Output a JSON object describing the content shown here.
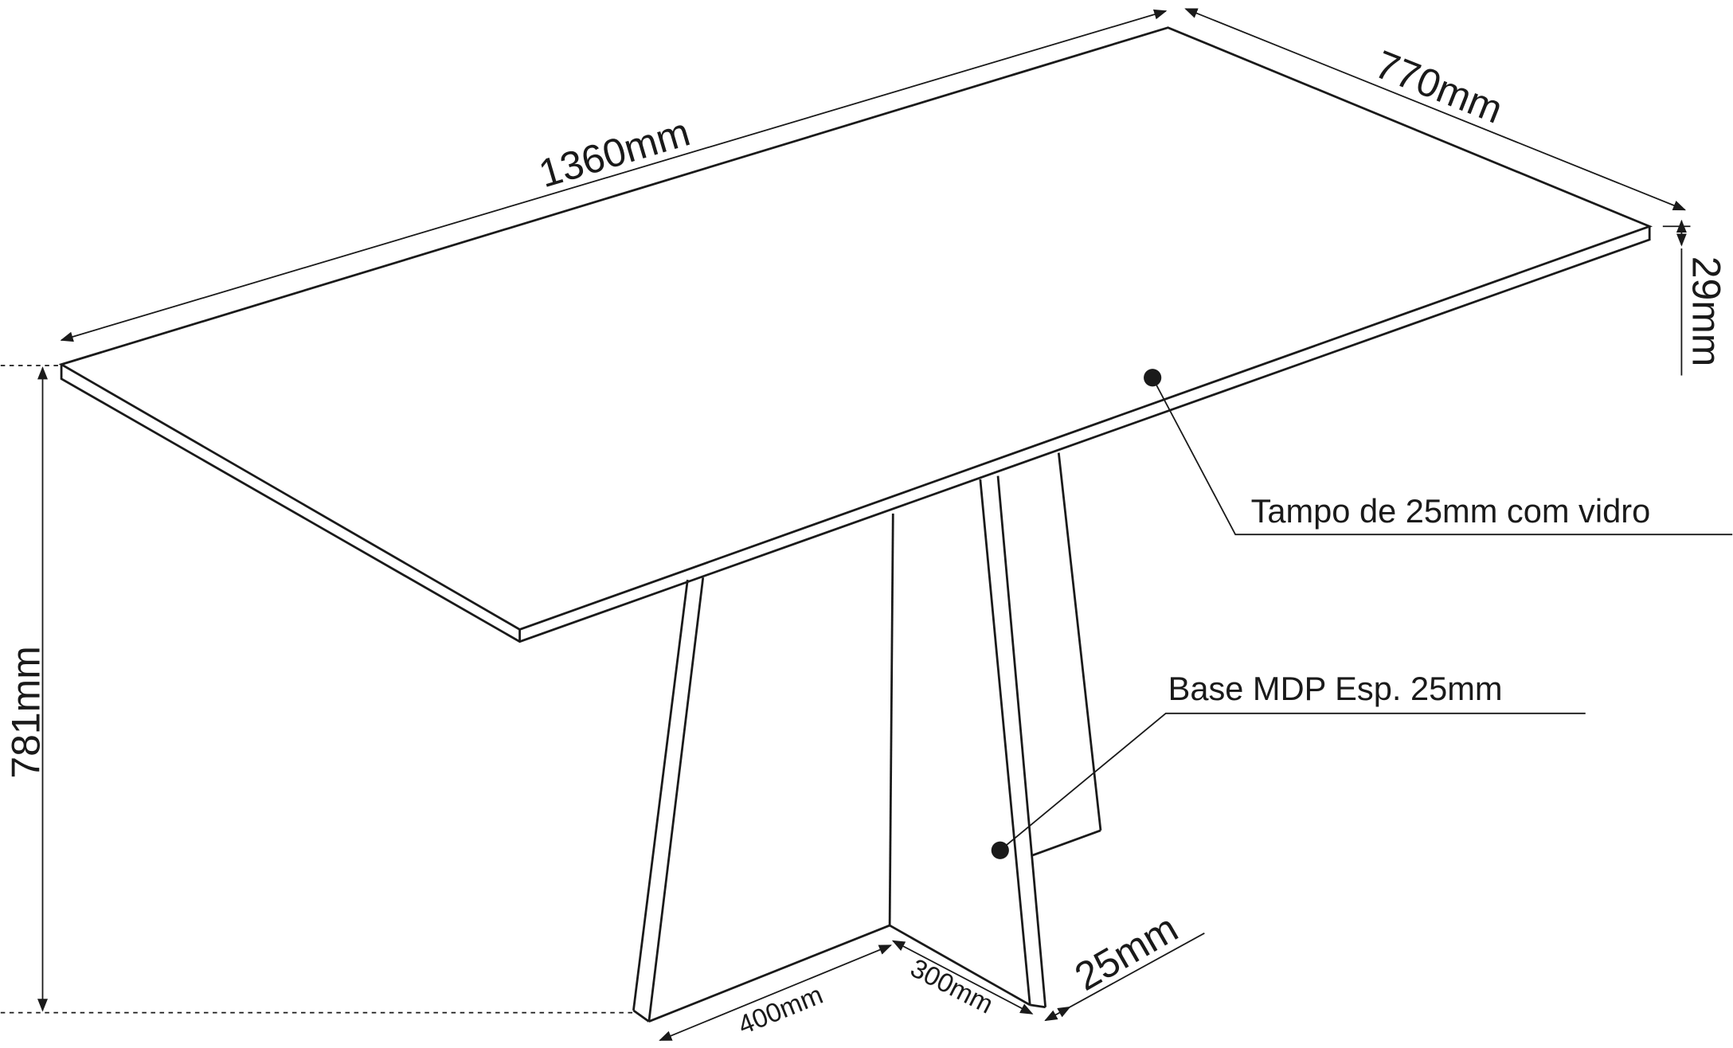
{
  "dimensions": {
    "length": "1360mm",
    "width": "770mm",
    "top_thickness": "29mm",
    "height": "781mm",
    "base_front": "400mm",
    "base_side": "300mm",
    "base_thickness": "25mm"
  },
  "callouts": {
    "top": "Tampo de 25mm com vidro",
    "base": "Base MDP Esp. 25mm"
  }
}
